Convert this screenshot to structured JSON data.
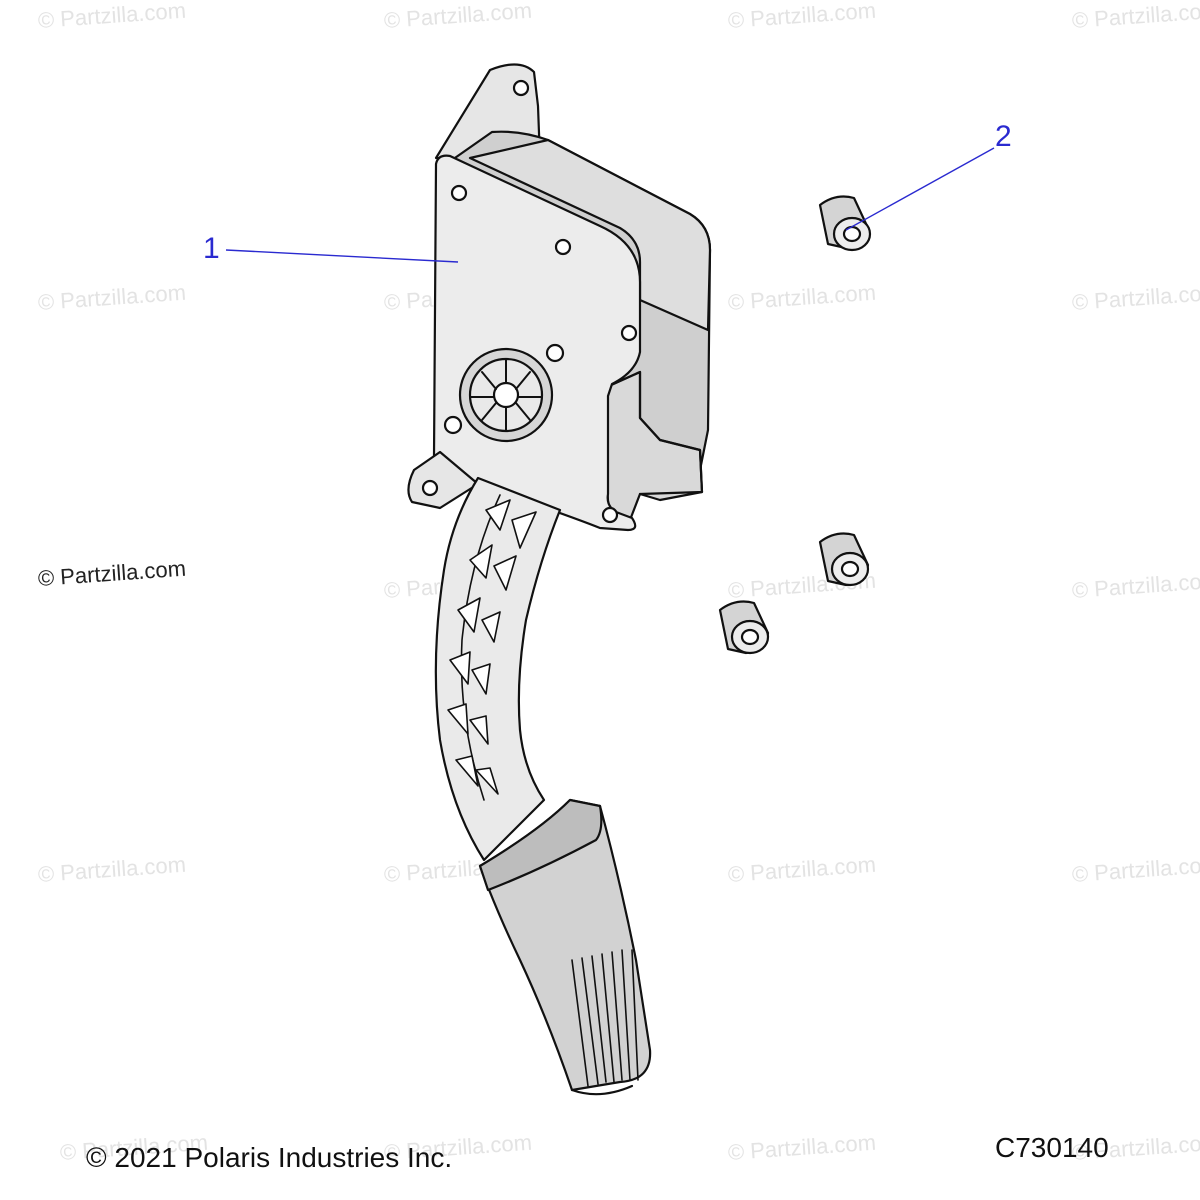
{
  "watermark": {
    "text": "© Partzilla.com",
    "strong_text": "© Partzilla.com"
  },
  "callouts": [
    {
      "label": "1"
    },
    {
      "label": "2"
    }
  ],
  "footer": {
    "copyright": "© 2021 Polaris Industries Inc.",
    "diagram_code": "C730140"
  },
  "colors": {
    "callout": "#2a2ad0",
    "part_fill": "#ececec",
    "part_shade": "#cfcfcf",
    "outline": "#111111"
  }
}
